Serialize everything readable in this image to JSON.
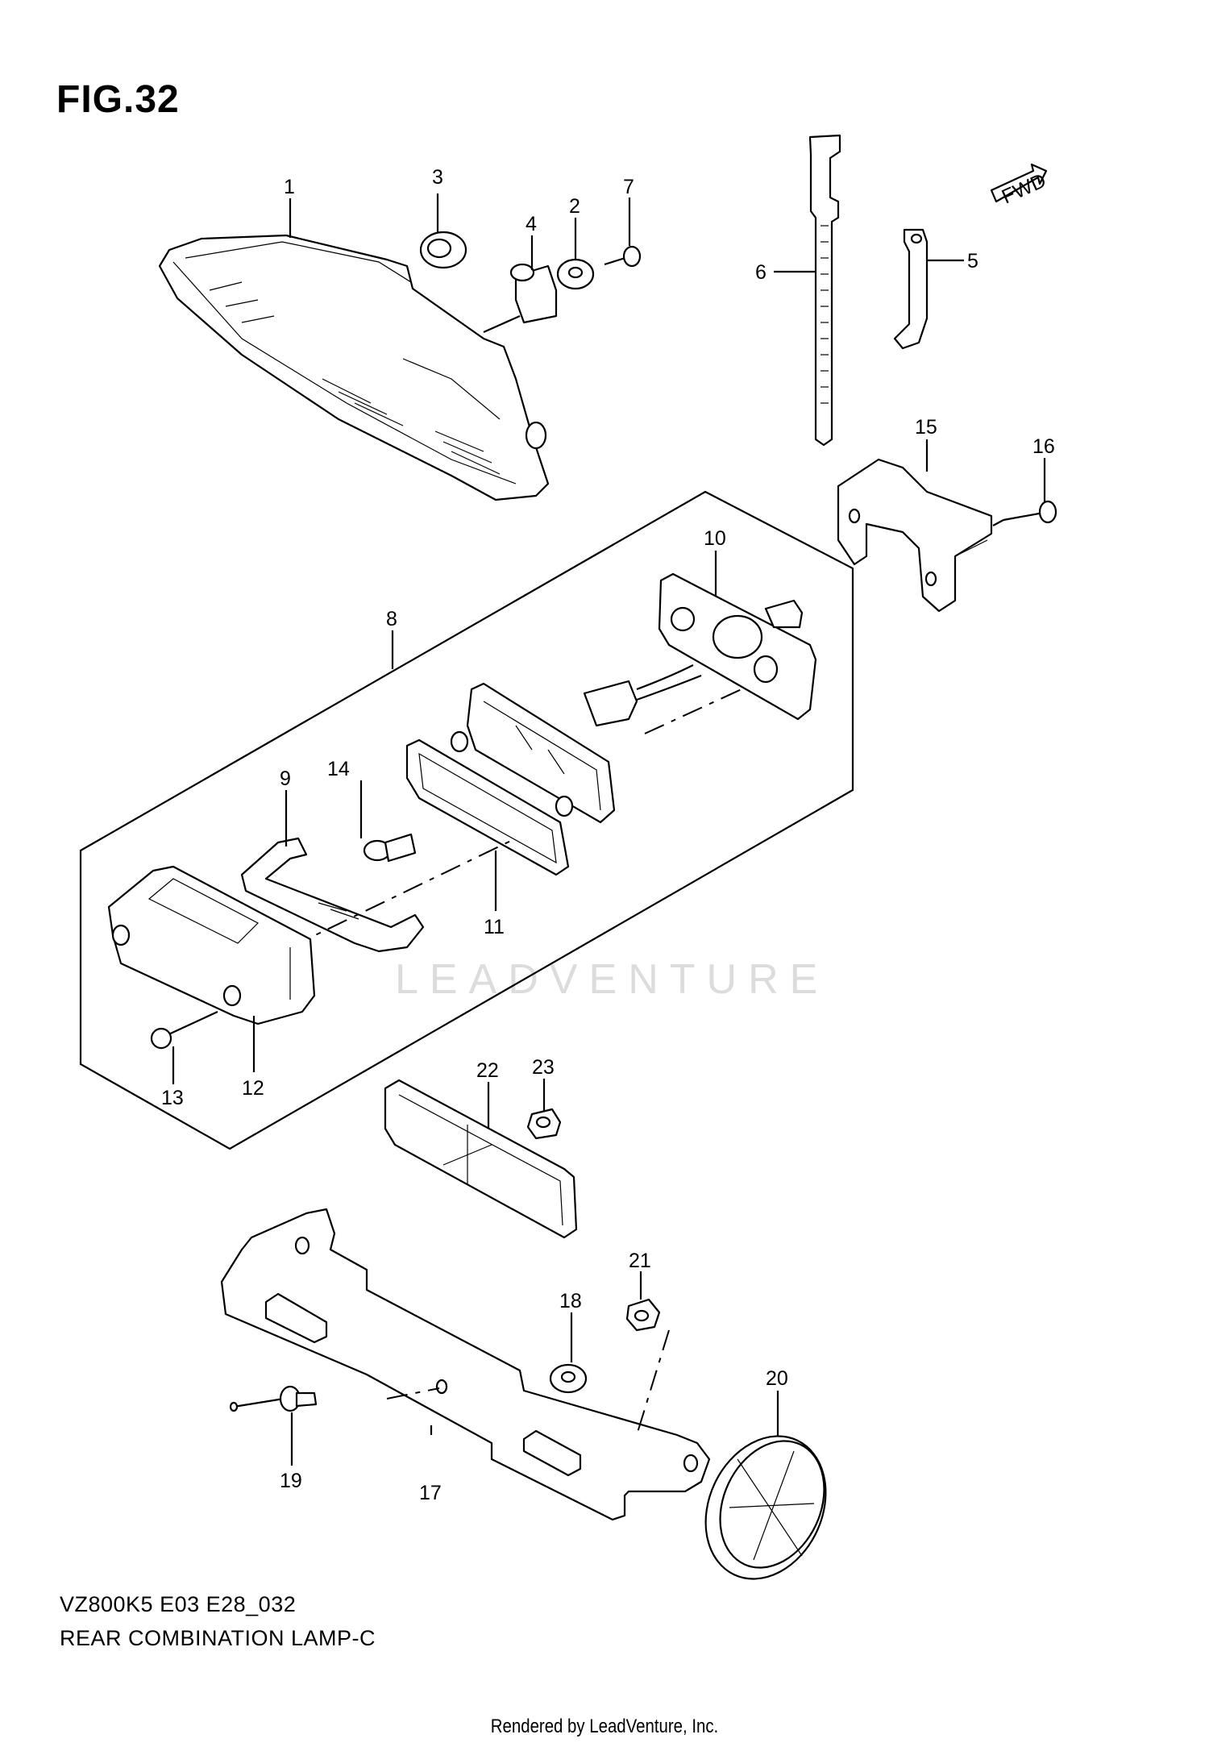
{
  "figure": {
    "title": "FIG.32",
    "model_code": "VZ800K5 E03 E28_032",
    "name": "REAR COMBINATION LAMP-C",
    "rendered_by": "Rendered by LeadVenture, Inc.",
    "watermark": "LEADVENTURE",
    "fwd_label": "FWD"
  },
  "callouts": [
    "1",
    "2",
    "3",
    "4",
    "5",
    "6",
    "7",
    "8",
    "9",
    "10",
    "11",
    "12",
    "13",
    "14",
    "15",
    "16",
    "17",
    "18",
    "19",
    "20",
    "21",
    "22",
    "23"
  ]
}
